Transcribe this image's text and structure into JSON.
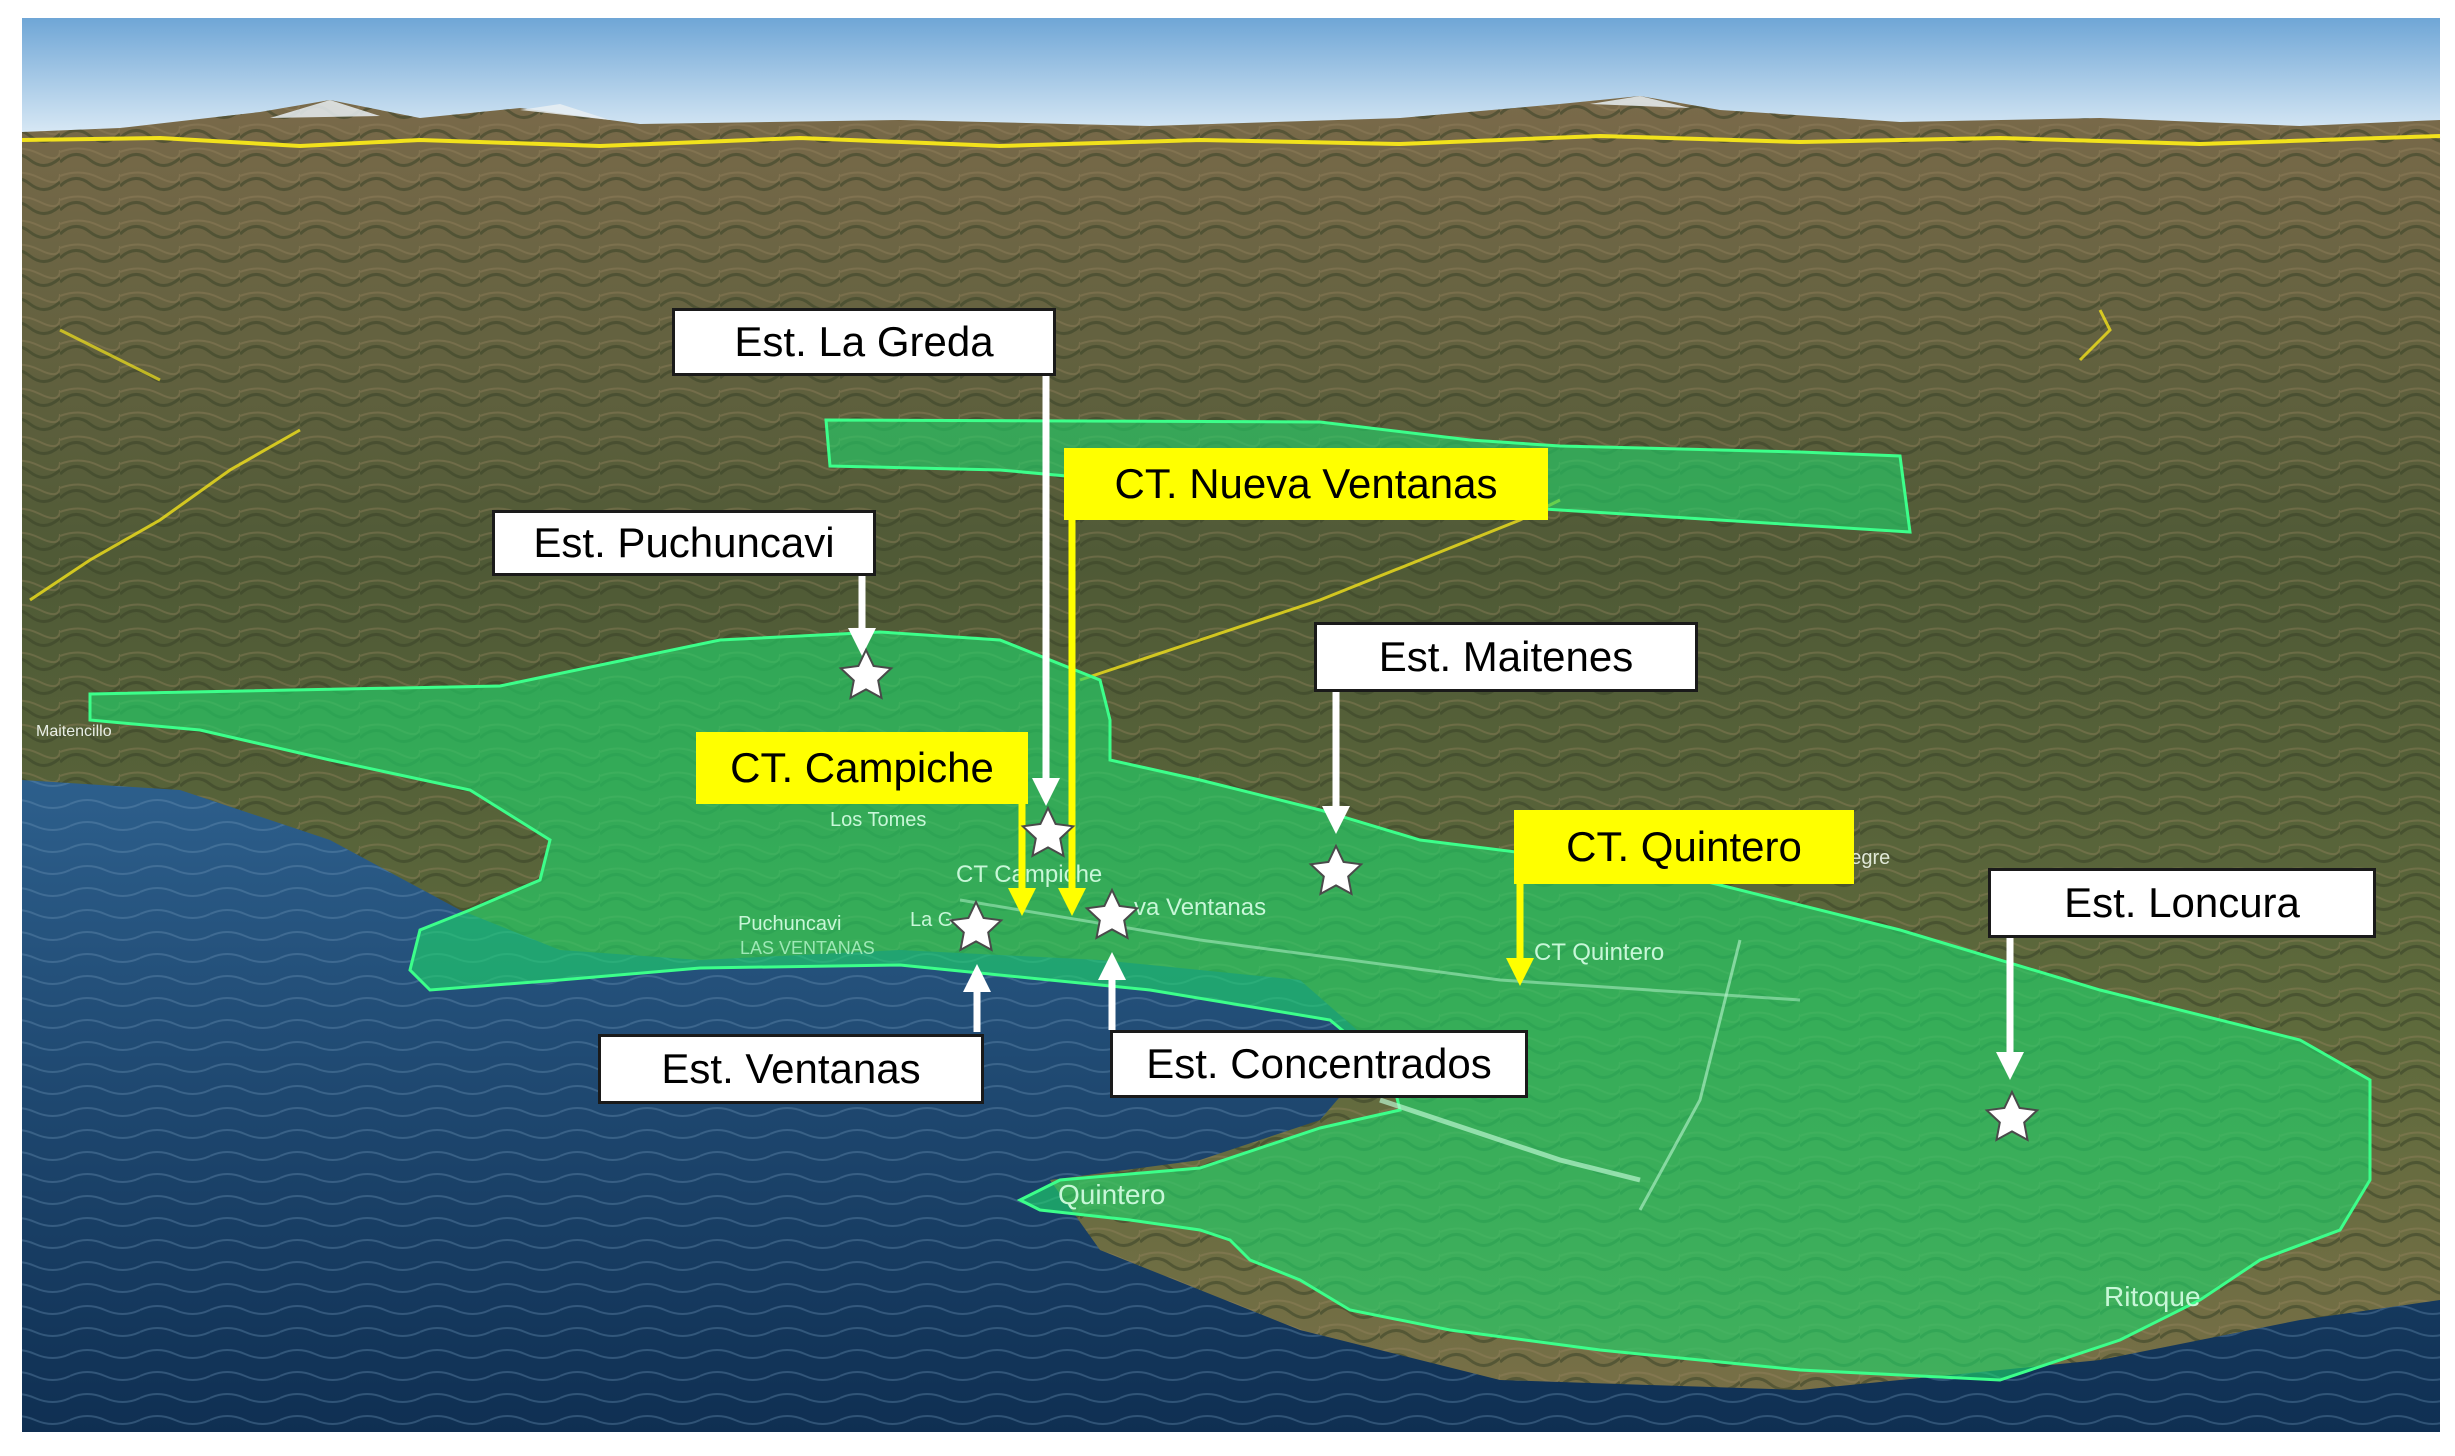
{
  "map": {
    "colors": {
      "sky_top": "#6fa6d6",
      "sky_bottom": "#dcebf6",
      "mountains": "#5b5a3c",
      "ocean": "#1f4d7a",
      "zone_fill": "#1fd66b",
      "zone_stroke": "#3cff8a",
      "road": "#f2e21c",
      "callout_station_bg": "#ffffff",
      "callout_plant_bg": "#ffff00",
      "arrow_station": "#ffffff",
      "arrow_plant": "#ffff00"
    },
    "stations": [
      {
        "id": "la-greda",
        "label": "Est. La Greda"
      },
      {
        "id": "puchuncavi",
        "label": "Est. Puchuncavi"
      },
      {
        "id": "maitenes",
        "label": "Est. Maitenes"
      },
      {
        "id": "loncura",
        "label": "Est. Loncura"
      },
      {
        "id": "ventanas",
        "label": "Est. Ventanas"
      },
      {
        "id": "concentrados",
        "label": "Est. Concentrados"
      }
    ],
    "plants": [
      {
        "id": "nueva-ventanas",
        "label": "CT. Nueva Ventanas"
      },
      {
        "id": "campiche",
        "label": "CT. Campiche"
      },
      {
        "id": "quintero",
        "label": "CT. Quintero"
      }
    ],
    "place_labels": [
      {
        "id": "quintero-town",
        "label": "Quintero"
      },
      {
        "id": "ritoque",
        "label": "Ritoque"
      },
      {
        "id": "los-tomes",
        "label": "Los Tomes"
      },
      {
        "id": "ct-campiche",
        "label": "CT Campiche"
      },
      {
        "id": "nueva-ventanas-ground",
        "label": "va Ventanas"
      },
      {
        "id": "ct-quintero",
        "label": "CT Quintero"
      },
      {
        "id": "puchuncavi-town",
        "label": "Puchuncavi"
      },
      {
        "id": "las-ventanas",
        "label": "LAS VENTANAS"
      },
      {
        "id": "valle-alegre",
        "label": "lle Alegre"
      },
      {
        "id": "la-greda-ground",
        "label": "La G"
      },
      {
        "id": "maitencillo",
        "label": "Maitencillo"
      }
    ]
  }
}
